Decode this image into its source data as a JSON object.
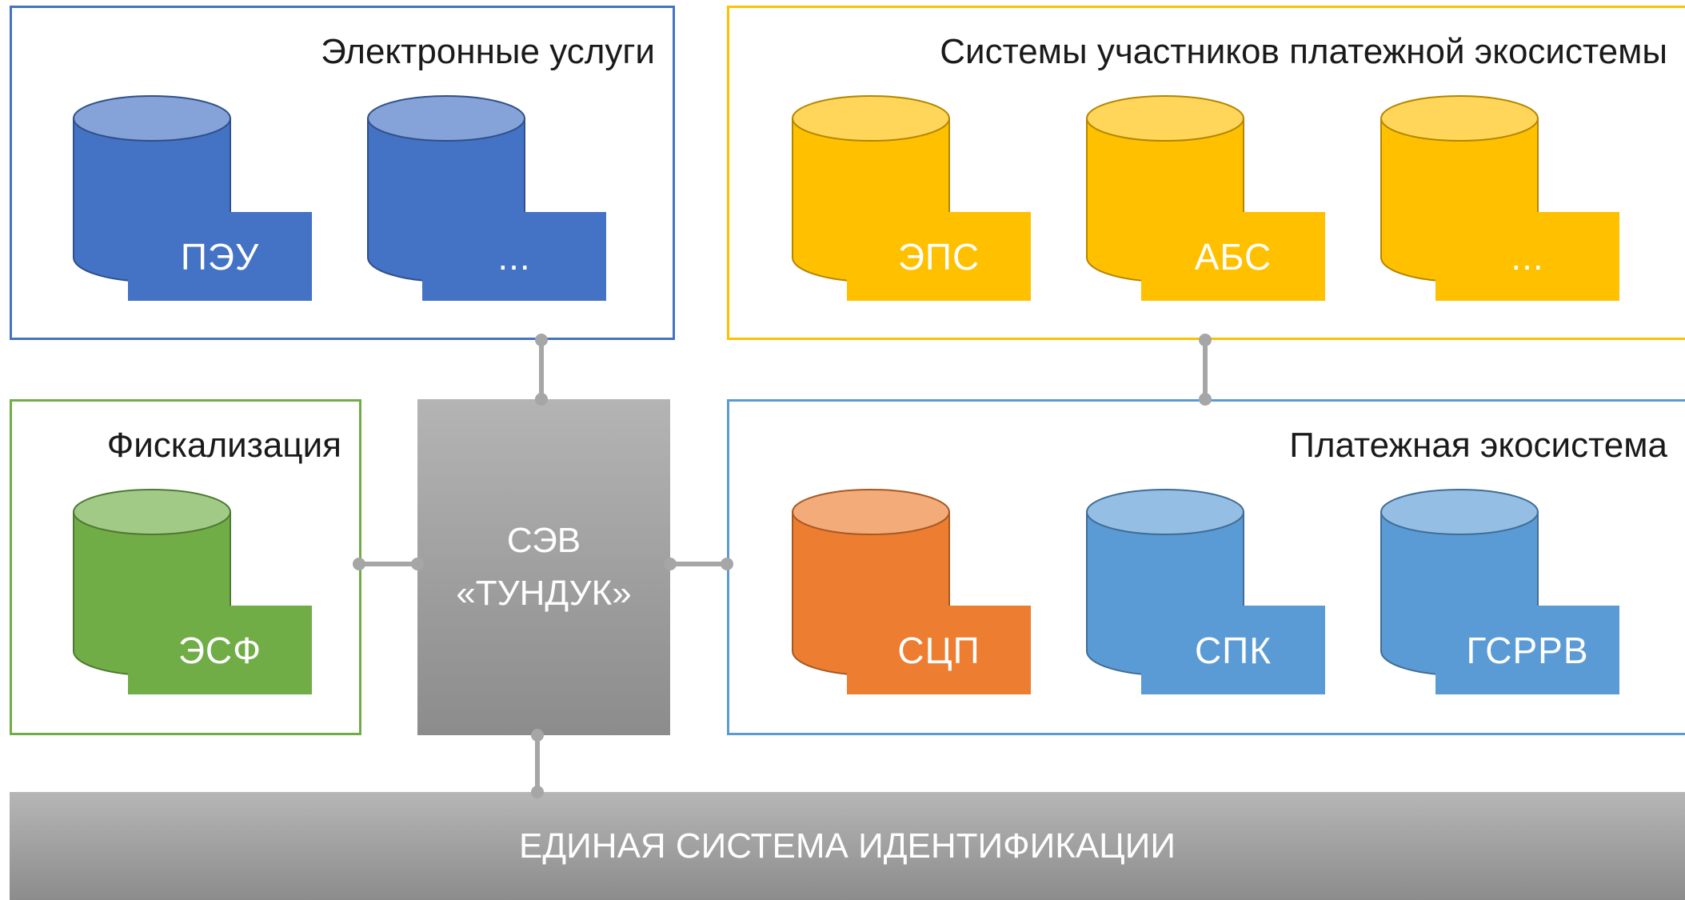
{
  "groups": {
    "eservices": {
      "title": "Электронные услуги",
      "color": "#4472c4",
      "items": [
        {
          "label": "ПЭУ"
        },
        {
          "label": "..."
        }
      ]
    },
    "participants": {
      "title": "Системы участников платежной экосистемы",
      "color": "#ffc000",
      "items": [
        {
          "label": "ЭПС"
        },
        {
          "label": "АБС"
        },
        {
          "label": "..."
        }
      ]
    },
    "fiscal": {
      "title": "Фискализация",
      "color": "#70ad47",
      "items": [
        {
          "label": "ЭСФ"
        }
      ]
    },
    "payment": {
      "title": "Платежная экосистема",
      "color": "#5b9bd5",
      "items": [
        {
          "label": "СЦП",
          "color": "#ed7d31"
        },
        {
          "label": "СПК",
          "color": "#5b9bd5"
        },
        {
          "label": "ГСРРВ",
          "color": "#5b9bd5"
        }
      ]
    }
  },
  "hub": {
    "line1": "СЭВ",
    "line2": "«ТУНДУК»"
  },
  "bottom_bar": {
    "label": "ЕДИНАЯ СИСТЕМА ИДЕНТИФИКАЦИИ"
  },
  "colors": {
    "connector": "#a6a6a6",
    "hub": "#a0a0a0",
    "bar": "#a0a0a0"
  }
}
